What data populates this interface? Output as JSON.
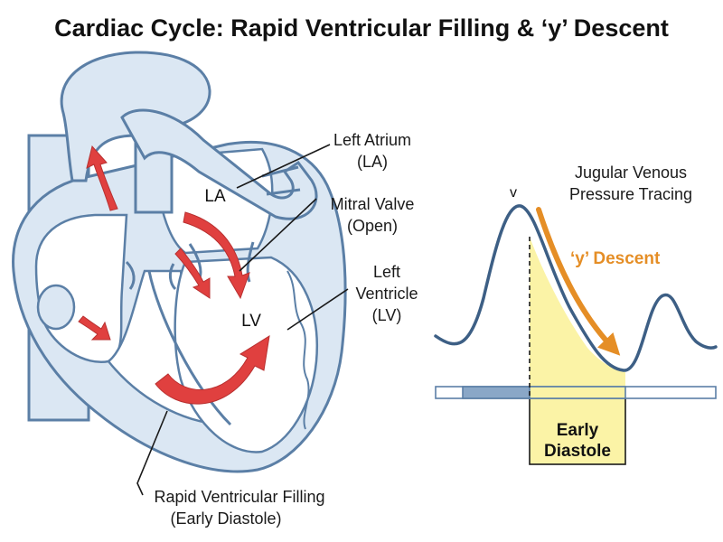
{
  "title": "Cardiac Cycle: Rapid Ventricular Filling & ‘y’ Descent",
  "labels": {
    "left_atrium": [
      "Left Atrium",
      "(LA)"
    ],
    "mitral_valve": [
      "Mitral Valve",
      "(Open)"
    ],
    "left_ventricle": [
      "Left",
      "Ventricle",
      "(LV)"
    ],
    "rapid_filling": [
      "Rapid Ventricular Filling",
      "(Early Diastole)"
    ],
    "la_short": "LA",
    "lv_short": "LV"
  },
  "tracing": {
    "title": [
      "Jugular Venous",
      "Pressure Tracing"
    ],
    "v_wave_label": "v",
    "y_descent_label": "‘y’ Descent",
    "phase_label": [
      "Early",
      "Diastole"
    ]
  },
  "colors": {
    "outline": "#5b7fa6",
    "fill_light": "#dbe7f3",
    "arrow_red": "#e0403f",
    "tracing_line": "#3d5f85",
    "highlight_yellow": "#fbf3a6",
    "y_descent_orange": "#e58e26"
  }
}
